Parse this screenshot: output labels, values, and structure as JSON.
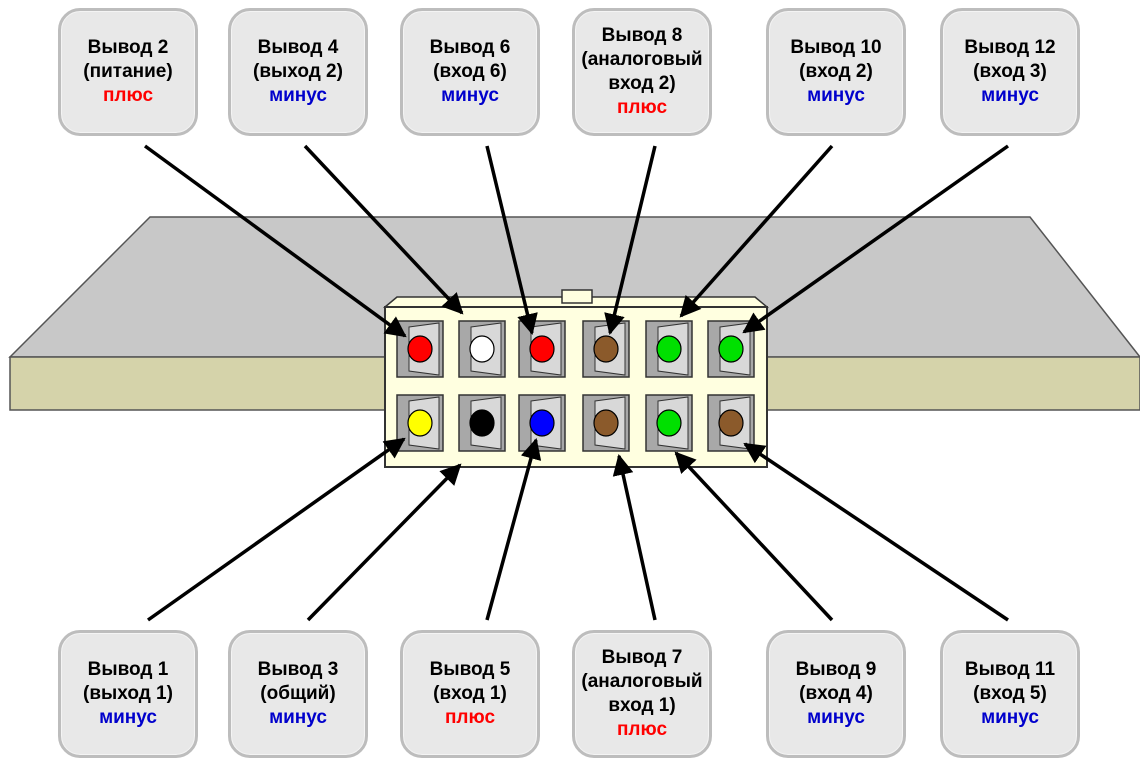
{
  "colors": {
    "plus": "#ff0000",
    "minus": "#0000cc",
    "board_top": "#c8c8c8",
    "board_front": "#d5d3aa",
    "housing": "#ffffe0",
    "arrow": "#000000"
  },
  "pins": [
    {
      "id": 2,
      "lines": [
        "Вывод 2",
        "(питание)"
      ],
      "polarity": "плюс",
      "type": "plus",
      "wire_color": "red"
    },
    {
      "id": 4,
      "lines": [
        "Вывод 4",
        "(выход 2)"
      ],
      "polarity": "минус",
      "type": "minus",
      "wire_color": "white"
    },
    {
      "id": 6,
      "lines": [
        "Вывод 6",
        "(вход 6)"
      ],
      "polarity": "минус",
      "type": "minus",
      "wire_color": "red"
    },
    {
      "id": 8,
      "lines": [
        "Вывод 8",
        "(аналоговый",
        "вход 2)"
      ],
      "polarity": "плюс",
      "type": "plus",
      "wire_color": "brown"
    },
    {
      "id": 10,
      "lines": [
        "Вывод 10",
        "(вход 2)"
      ],
      "polarity": "минус",
      "type": "minus",
      "wire_color": "green"
    },
    {
      "id": 12,
      "lines": [
        "Вывод 12",
        "(вход 3)"
      ],
      "polarity": "минус",
      "type": "minus",
      "wire_color": "green"
    },
    {
      "id": 1,
      "lines": [
        "Вывод 1",
        "(выход 1)"
      ],
      "polarity": "минус",
      "type": "minus",
      "wire_color": "yellow"
    },
    {
      "id": 3,
      "lines": [
        "Вывод 3",
        "(общий)"
      ],
      "polarity": "минус",
      "type": "minus",
      "wire_color": "black"
    },
    {
      "id": 5,
      "lines": [
        "Вывод 5",
        "(вход 1)"
      ],
      "polarity": "плюс",
      "type": "plus",
      "wire_color": "blue"
    },
    {
      "id": 7,
      "lines": [
        "Вывод 7",
        "(аналоговый",
        "вход 1)"
      ],
      "polarity": "плюс",
      "type": "plus",
      "wire_color": "brown"
    },
    {
      "id": 9,
      "lines": [
        "Вывод 9",
        "(вход 4)"
      ],
      "polarity": "минус",
      "type": "minus",
      "wire_color": "green"
    },
    {
      "id": 11,
      "lines": [
        "Вывод 11",
        "(вход 5)"
      ],
      "polarity": "минус",
      "type": "minus",
      "wire_color": "brown"
    }
  ]
}
